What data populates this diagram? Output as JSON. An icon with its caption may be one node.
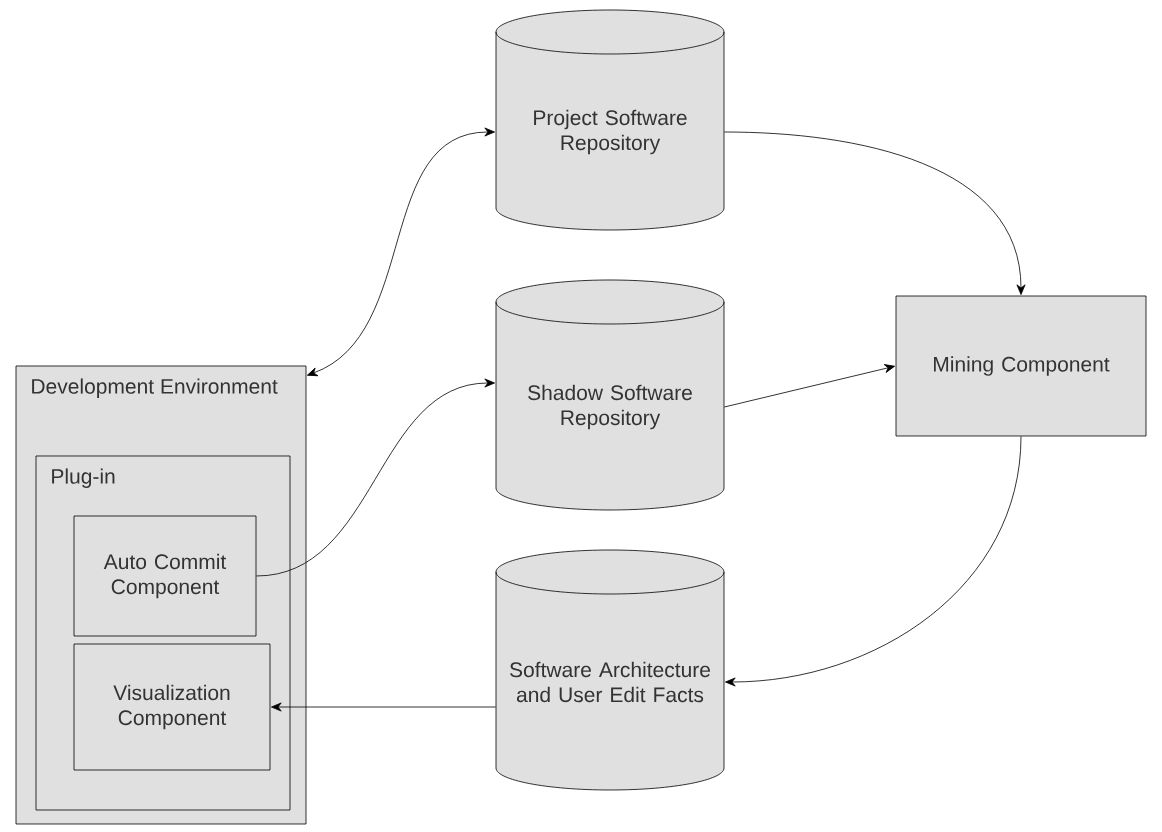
{
  "diagram": {
    "nodes": [
      {
        "text": [
          "Development Environment"
        ]
      },
      {
        "text": [
          "Plug-in"
        ],
        "in": 0
      },
      {
        "text": [
          "Auto Commit Component"
        ],
        "in": 1
      },
      {
        "text": [
          "Visualization Component"
        ],
        "in": 1
      },
      {
        "text": [
          "Project Software Repository"
        ]
      },
      {
        "text": [
          "Shadow Software Repository"
        ]
      },
      {
        "text": [
          "Mining Component"
        ]
      },
      {
        "text": [
          "Software Architecture and User Edit Facts"
        ]
      }
    ],
    "edges": [
      {
        "from": 4,
        "to": 0,
        "arrow": "both"
      },
      {
        "from": 2,
        "to": 5,
        "arrow": "to"
      },
      {
        "from": 4,
        "to": 6,
        "arrow": "to"
      },
      {
        "from": 5,
        "to": 6,
        "arrow": "to"
      },
      {
        "from": 6,
        "to": 7,
        "arrow": "to"
      },
      {
        "from": 7,
        "to": 3,
        "arrow": "to"
      }
    ]
  }
}
